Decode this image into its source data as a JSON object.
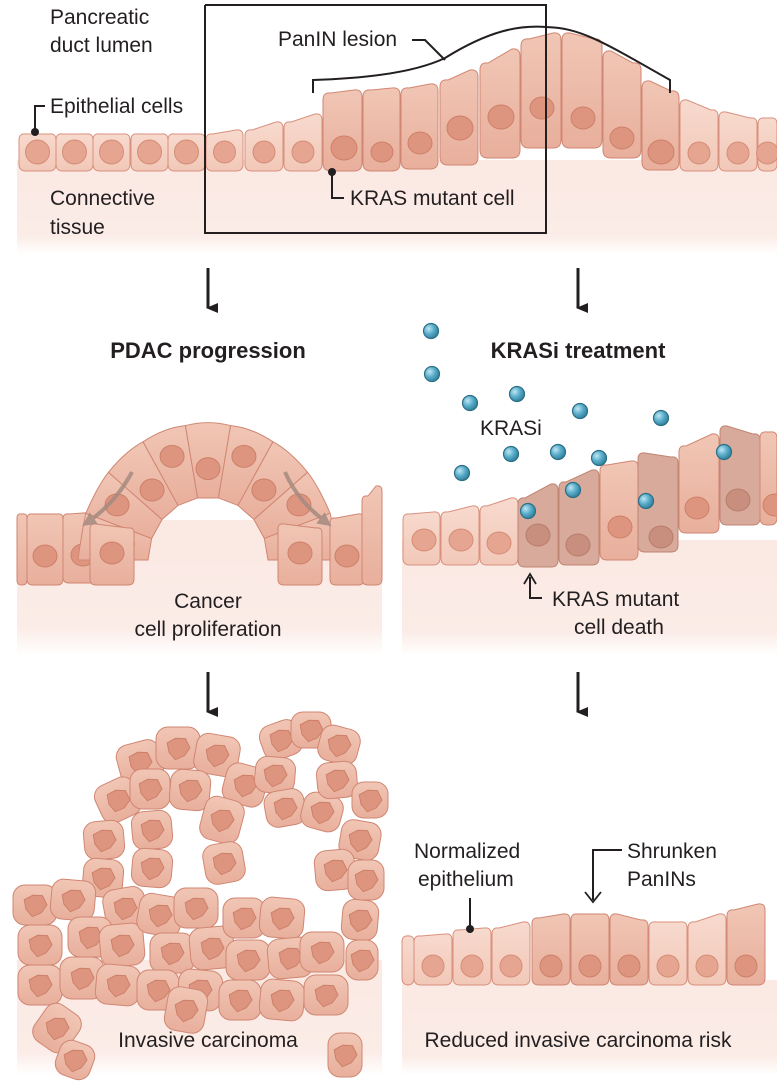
{
  "figure": {
    "top_panel": {
      "lumen_label_line1": "Pancreatic",
      "lumen_label_line2": "duct lumen",
      "epithelial_label": "Epithelial cells",
      "panin_label": "PanIN lesion",
      "kras_mutant_label": "KRAS mutant cell",
      "connective_label_line1": "Connective",
      "connective_label_line2": "tissue"
    },
    "left_column": {
      "header": "PDAC progression",
      "middle_caption_line1": "Cancer",
      "middle_caption_line2": "cell proliferation",
      "bottom_caption": "Invasive carcinoma"
    },
    "right_column": {
      "header": "KRASi treatment",
      "drug_label": "KRASi",
      "death_label_line1": "KRAS mutant",
      "death_label_line2": "cell death",
      "normalized_label_line1": "Normalized",
      "normalized_label_line2": "epithelium",
      "shrunken_label_line1": "Shrunken",
      "shrunken_label_line2": "PanINs",
      "bottom_caption": "Reduced invasive carcinoma risk"
    },
    "colors": {
      "tissue": "#fbece7",
      "cell_light": "#f5d2c5",
      "cell_mutant": "#eab4a2",
      "cell_dying": "#d7aa9b",
      "nucleus": "#e6a590",
      "drug": "#4fa3c0",
      "text": "#231f20"
    }
  }
}
